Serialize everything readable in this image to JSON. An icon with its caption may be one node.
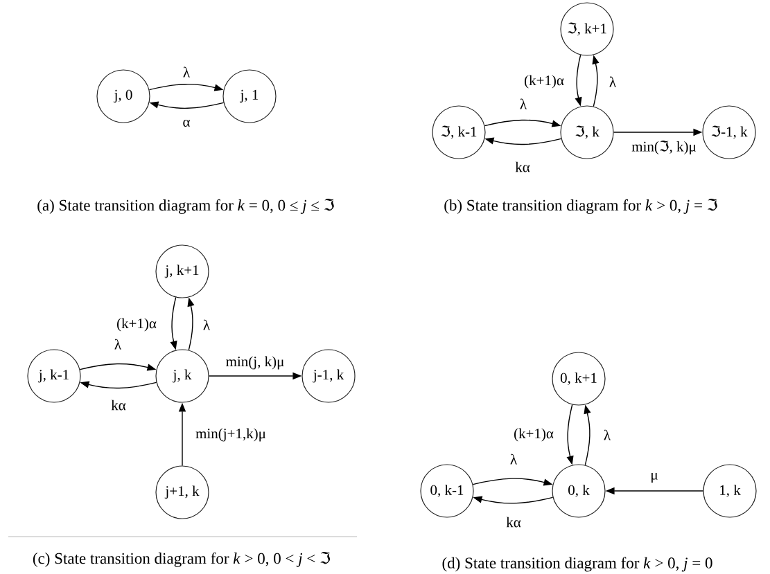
{
  "diagram": {
    "nodes": [
      {
        "text": [
          "j, 0"
        ]
      },
      {
        "text": [
          "j, 1"
        ]
      },
      {
        "text": [
          "ℑ, k+1"
        ]
      },
      {
        "text": [
          "ℑ, k-1"
        ]
      },
      {
        "text": [
          "ℑ, k"
        ]
      },
      {
        "text": [
          "ℑ-1, k"
        ]
      },
      {
        "text": [
          "j, k+1"
        ]
      },
      {
        "text": [
          "j, k-1"
        ]
      },
      {
        "text": [
          "j, k"
        ]
      },
      {
        "text": [
          "j-1, k"
        ]
      },
      {
        "text": [
          "j+1, k"
        ]
      },
      {
        "text": [
          "0, k+1"
        ]
      },
      {
        "text": [
          "0, k-1"
        ]
      },
      {
        "text": [
          "0, k"
        ]
      },
      {
        "text": [
          "1, k"
        ]
      }
    ],
    "edges": [
      {
        "from": 0,
        "to": 1,
        "arrow": "to",
        "label": "λ"
      },
      {
        "from": 1,
        "to": 0,
        "arrow": "to",
        "label": "α"
      },
      {
        "from": 3,
        "to": 4,
        "arrow": "to",
        "label": "λ"
      },
      {
        "from": 4,
        "to": 3,
        "arrow": "to",
        "label": "kα"
      },
      {
        "from": 2,
        "to": 4,
        "arrow": "to",
        "label": "(k+1)α"
      },
      {
        "from": 4,
        "to": 2,
        "arrow": "to",
        "label": "λ"
      },
      {
        "from": 4,
        "to": 5,
        "arrow": "to",
        "label": "min(ℑ, k)μ"
      },
      {
        "from": 7,
        "to": 8,
        "arrow": "to",
        "label": "λ"
      },
      {
        "from": 8,
        "to": 7,
        "arrow": "to",
        "label": "kα"
      },
      {
        "from": 6,
        "to": 8,
        "arrow": "to",
        "label": "(k+1)α"
      },
      {
        "from": 8,
        "to": 6,
        "arrow": "to",
        "label": "λ"
      },
      {
        "from": 8,
        "to": 9,
        "arrow": "to",
        "label": "min(j, k)μ"
      },
      {
        "from": 10,
        "to": 8,
        "arrow": "to",
        "label": "min(j+1,k)μ"
      },
      {
        "from": 12,
        "to": 13,
        "arrow": "to",
        "label": "λ"
      },
      {
        "from": 13,
        "to": 12,
        "arrow": "to",
        "label": "kα"
      },
      {
        "from": 11,
        "to": 13,
        "arrow": "to",
        "label": "(k+1)α"
      },
      {
        "from": 13,
        "to": 11,
        "arrow": "to",
        "label": "λ"
      },
      {
        "from": 14,
        "to": 13,
        "arrow": "to",
        "label": "μ"
      }
    ],
    "labels": [
      "(a) State transition diagram for *k* = 0, 0 ≤ *j* ≤ ℑ",
      "(b) State transition diagram for *k* > 0, *j* = ℑ",
      "(c) State transition diagram for *k* > 0, 0 < *j* < ℑ",
      "(d) State transition diagram for *k* > 0, *j* = 0"
    ]
  }
}
